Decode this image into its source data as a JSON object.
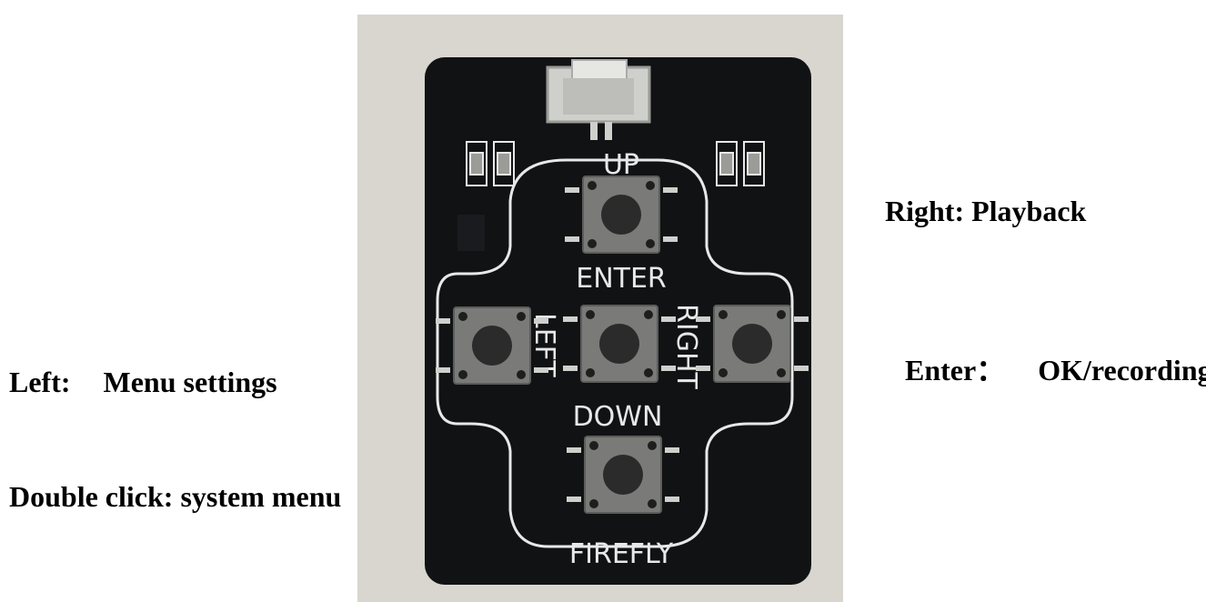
{
  "captions": {
    "left": {
      "label": "Left:",
      "action": "Menu settings"
    },
    "double_click": "Double click: system menu",
    "right": "Right: Playback",
    "enter": {
      "label": "Enter：",
      "action": "OK/recording"
    }
  },
  "board": {
    "silkscreen": {
      "up": "UP",
      "enter": "ENTER",
      "left": "LEFT",
      "right": "RIGHT",
      "down": "DOWN",
      "brand": "FIREFLY"
    },
    "colors": {
      "pcb": "#111214",
      "silkscreen": "#e8e8e8",
      "background": "#d9d6cf",
      "button_body": "#7a7a78",
      "button_cap": "#2b2b2b"
    }
  }
}
